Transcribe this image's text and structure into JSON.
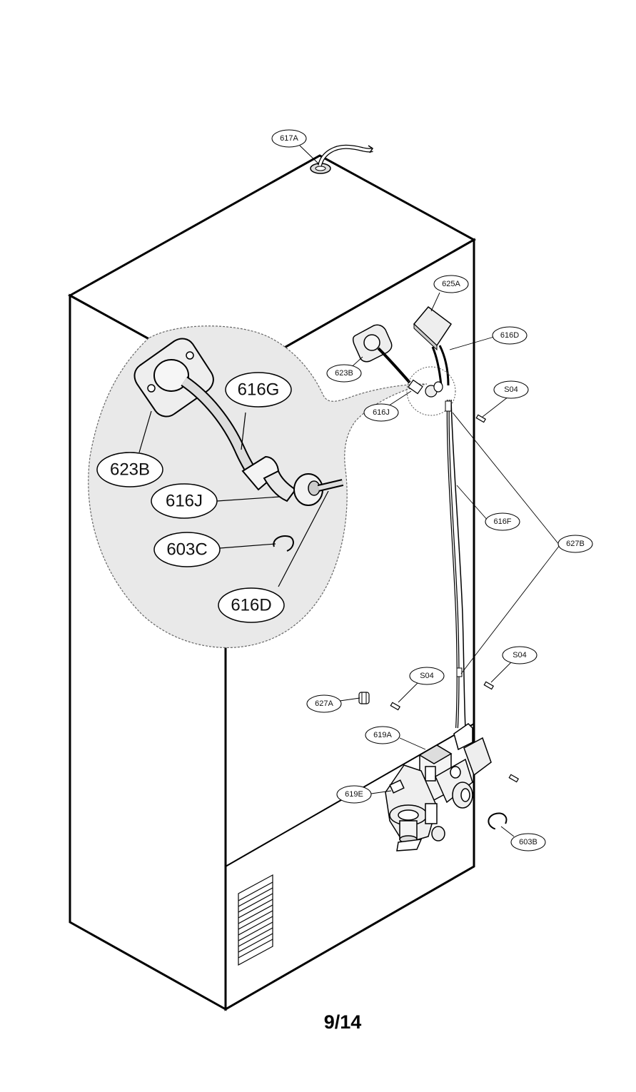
{
  "page_number": "9/14",
  "callouts": {
    "c617A": "617A",
    "c625A": "625A",
    "c616D": "616D",
    "c623B": "623B",
    "c616J": "616J",
    "cS04a": "S04",
    "c616F": "616F",
    "c627B": "627B",
    "cS04b": "S04",
    "cS04c": "S04",
    "c627A": "627A",
    "c619A": "619A",
    "c619E": "619E",
    "c603B": "603B"
  },
  "detail_callouts": {
    "d616G": "616G",
    "d623B": "623B",
    "d616J": "616J",
    "d603C": "603C",
    "d616D": "616D"
  }
}
